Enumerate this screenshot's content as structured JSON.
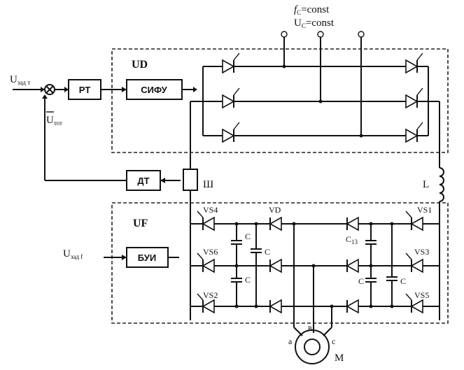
{
  "supply": {
    "freq_label": "f",
    "freq_sub": "C",
    "freq_rest": "=const",
    "volt_label": "U",
    "volt_sub": "C",
    "volt_rest": "=const"
  },
  "blocks": {
    "rt": "PT",
    "sifu": "СИФУ",
    "dt": "ДТ",
    "bui": "БУИ"
  },
  "regions": {
    "ud": "UD",
    "uf": "UF"
  },
  "inputs": {
    "u_current_main": "U",
    "u_current_sub": "зад т",
    "u_feedback_main": "U",
    "u_feedback_sub": "тот",
    "u_freq_main": "U",
    "u_freq_sub": "зад f"
  },
  "components": {
    "shunt": "Ш",
    "inductor": "L",
    "vs4": "VS4",
    "vd": "VD",
    "vs1": "VS1",
    "vs6": "VS6",
    "vs3": "VS3",
    "vs2": "VS2",
    "vs5": "VS5",
    "c": "C",
    "c13": "C",
    "c13_sub": "13",
    "motor": "M",
    "phase_a": "a",
    "phase_b": "в",
    "phase_c": "c"
  }
}
